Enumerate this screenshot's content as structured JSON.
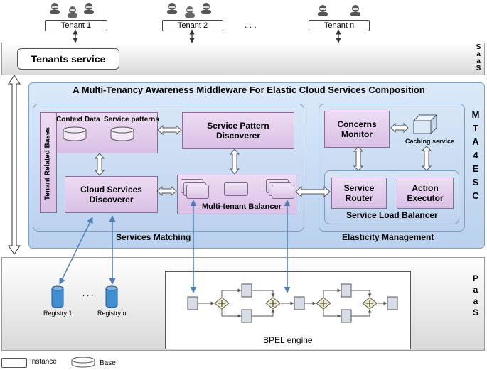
{
  "tenants": {
    "labels": [
      "Tenant 1",
      "Tenant 2",
      "Tenant n"
    ],
    "ellipsis": ". . ."
  },
  "saas": {
    "tenants_service": "Tenants service",
    "side_letters": [
      "S",
      "a",
      "a",
      "S"
    ]
  },
  "middleware": {
    "title": "A Multi-Tenancy Awareness Middleware For Elastic Cloud Services Composition",
    "side_letters": [
      "M",
      "T",
      "A",
      "4",
      "E",
      "S",
      "C"
    ],
    "services_matching": {
      "label": "Services Matching",
      "tenant_related_bases": "Tenant  Related Bases",
      "context_data": "Context Data",
      "service_patterns": "Service patterns",
      "service_pattern_discoverer": "Service Pattern\nDiscoverer",
      "cloud_services_discoverer": "Cloud Services\nDiscoverer",
      "multi_tenant_balancer": "Multi-tenant Balancer"
    },
    "elasticity_management": {
      "label": "Elasticity Management",
      "concerns_monitor": "Concerns\nMonitor",
      "caching_service": "Caching service",
      "service_router": "Service\nRouter",
      "action_executor": "Action\nExecutor",
      "service_load_balancer": "Service Load Balancer"
    }
  },
  "paas": {
    "side_letters": [
      "P",
      "a",
      "a",
      "S"
    ],
    "registry_1": "Registry 1",
    "registry_ellipsis": ". . .",
    "registry_n": "Registry n",
    "bpel_engine": "BPEL engine"
  },
  "legend": {
    "instance": "Instance",
    "base": "Base"
  },
  "colors": {
    "middleware_fill": "#c7dbf3",
    "component_fill": "#e2cdec",
    "arrow_blue": "#4f7fb9",
    "registry_blue": "#3f8fd2"
  }
}
